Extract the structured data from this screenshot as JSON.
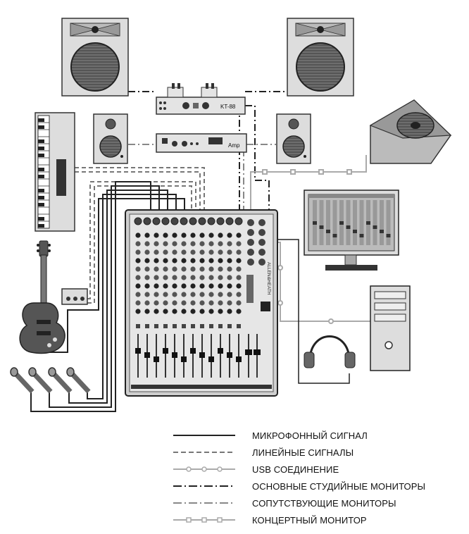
{
  "devices": {
    "processor_label": "KT-88",
    "amp_label": "Amp",
    "mixer_brand": "ALLEN&HEATH"
  },
  "legend": [
    {
      "label": "МИКРОФОННЫЙ СИГНАЛ",
      "style": "mic",
      "color": "#222222"
    },
    {
      "label": "ЛИНЕЙНЫЕ СИГНАЛЫ",
      "style": "line",
      "color": "#777777"
    },
    {
      "label": "USB СОЕДИНЕНИЕ",
      "style": "usb",
      "color": "#aaaaaa"
    },
    {
      "label": "ОСНОВНЫЕ СТУДИЙНЫЕ МОНИТОРЫ",
      "style": "main",
      "color": "#222222"
    },
    {
      "label": "СОПУТСТВУЮЩИЕ МОНИТОРЫ",
      "style": "aux",
      "color": "#888888"
    },
    {
      "label": "КОНЦЕРТНЫЙ МОНИТОР",
      "style": "stage",
      "color": "#aaaaaa"
    }
  ]
}
